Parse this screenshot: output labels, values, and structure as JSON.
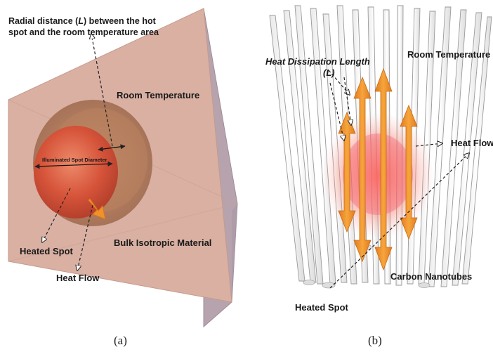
{
  "panel_a": {
    "caption": "(a)",
    "labels": {
      "radial_line1_pre": "Radial distance (",
      "radial_symbol": "L",
      "radial_line1_post": ") between the hot",
      "radial_line2": "spot and the room temperature area",
      "room_temperature": "Room Temperature",
      "spot_diameter": "Illuminated Spot Diameter",
      "heated_spot": "Heated Spot",
      "bulk_material": "Bulk Isotropic Material",
      "heat_flow": "Heat Flow"
    }
  },
  "panel_b": {
    "caption": "(b)",
    "labels": {
      "dissipation_line1": "Heat Dissipation Length",
      "dissipation_line2": "(L)",
      "room_temperature": "Room Temperature",
      "heat_flow": "Heat Flow",
      "carbon_nanotubes": "Carbon Nanotubes",
      "heated_spot": "Heated Spot"
    }
  },
  "colors": {
    "block_face": "#d9b0a2",
    "block_side": "#b7a3ad",
    "outer_ring": "#b9825f",
    "hot_core": "#d6543a",
    "arrow_orange": "#f0922b",
    "tube_stroke": "#9a9a9a"
  }
}
